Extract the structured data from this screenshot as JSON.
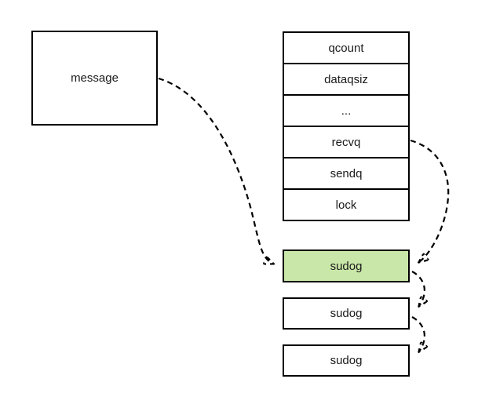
{
  "canvas": {
    "background_color": "#ffffff",
    "line_color": "#000000",
    "text_color": "#1a1a1a",
    "highlight_color": "#c9e7a8"
  },
  "message_box": {
    "label": "message"
  },
  "channel_struct": {
    "fields": [
      "qcount",
      "dataqsiz",
      "...",
      "recvq",
      "sendq",
      "lock"
    ]
  },
  "sudog_list": {
    "nodes": [
      {
        "label": "sudog",
        "highlighted": true
      },
      {
        "label": "sudog",
        "highlighted": false
      },
      {
        "label": "sudog",
        "highlighted": false
      }
    ]
  },
  "arrows": {
    "style": "dashed",
    "connections": [
      {
        "from": "message-box",
        "to": "sudog-1"
      },
      {
        "from": "recvq-field",
        "to": "sudog-1"
      },
      {
        "from": "sudog-1",
        "to": "sudog-2"
      },
      {
        "from": "sudog-2",
        "to": "sudog-3"
      }
    ]
  }
}
